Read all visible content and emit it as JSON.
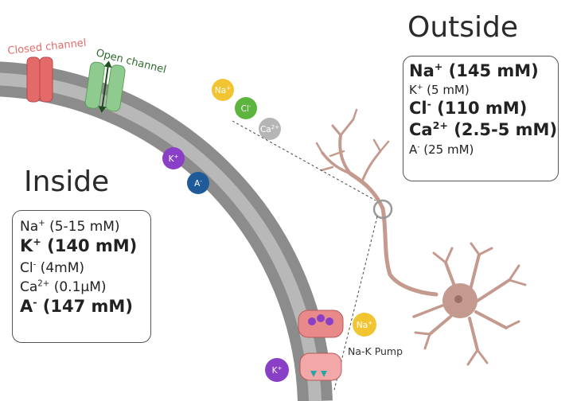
{
  "labels": {
    "outside": "Outside",
    "inside": "Inside",
    "closed_channel": "Closed channel",
    "open_channel": "Open channel",
    "pump": "Na-K Pump"
  },
  "outside_box": [
    {
      "ion": "Na",
      "charge": "+",
      "value": "(145 mM)",
      "size": "lg"
    },
    {
      "ion": "K",
      "charge": "+",
      "value": "(5 mM)",
      "size": "sm"
    },
    {
      "ion": "Cl",
      "charge": "-",
      "value": "(110 mM)",
      "size": "lg"
    },
    {
      "ion": "Ca",
      "charge": "2+",
      "value": "(2.5-5 mM)",
      "size": "lg"
    },
    {
      "ion": "A",
      "charge": "-",
      "value": "(25 mM)",
      "size": "sm"
    }
  ],
  "inside_box": [
    {
      "ion": "Na",
      "charge": "+",
      "value": "(5-15 mM)",
      "size": "sm2"
    },
    {
      "ion": "K",
      "charge": "+",
      "value": "(140 mM)",
      "size": "lg"
    },
    {
      "ion": "Cl",
      "charge": "-",
      "value": "(4mM)",
      "size": "sm2"
    },
    {
      "ion": "Ca",
      "charge": "2+",
      "value": "(0.1μM)",
      "size": "sm2"
    },
    {
      "ion": "A",
      "charge": "-",
      "value": "(147 mM)",
      "size": "lg"
    }
  ],
  "ions": {
    "na_out": {
      "ion": "Na",
      "charge": "+",
      "color": "#F3C431"
    },
    "cl_out": {
      "ion": "Cl",
      "charge": "-",
      "color": "#5DB53F"
    },
    "ca_out": {
      "ion": "Ca",
      "charge": "2+",
      "color": "#B5B5B5"
    },
    "k_in": {
      "ion": "K",
      "charge": "+",
      "color": "#8A3FC7"
    },
    "a_in": {
      "ion": "A",
      "charge": "-",
      "color": "#1F5A99"
    },
    "na_pump": {
      "ion": "Na",
      "charge": "+",
      "color": "#F3C431"
    },
    "k_pump": {
      "ion": "K",
      "charge": "+",
      "color": "#8A3FC7"
    }
  },
  "colors": {
    "membrane": "#8C8C8C",
    "membrane_inner": "#B8B8B8",
    "closed_channel": "#E46A6A",
    "open_channel": "#8FCB8F",
    "neuron": "#C49A8E",
    "pump": "#E98A8A",
    "closed_label": "#E46A6A",
    "open_label": "#2E6B2E"
  }
}
